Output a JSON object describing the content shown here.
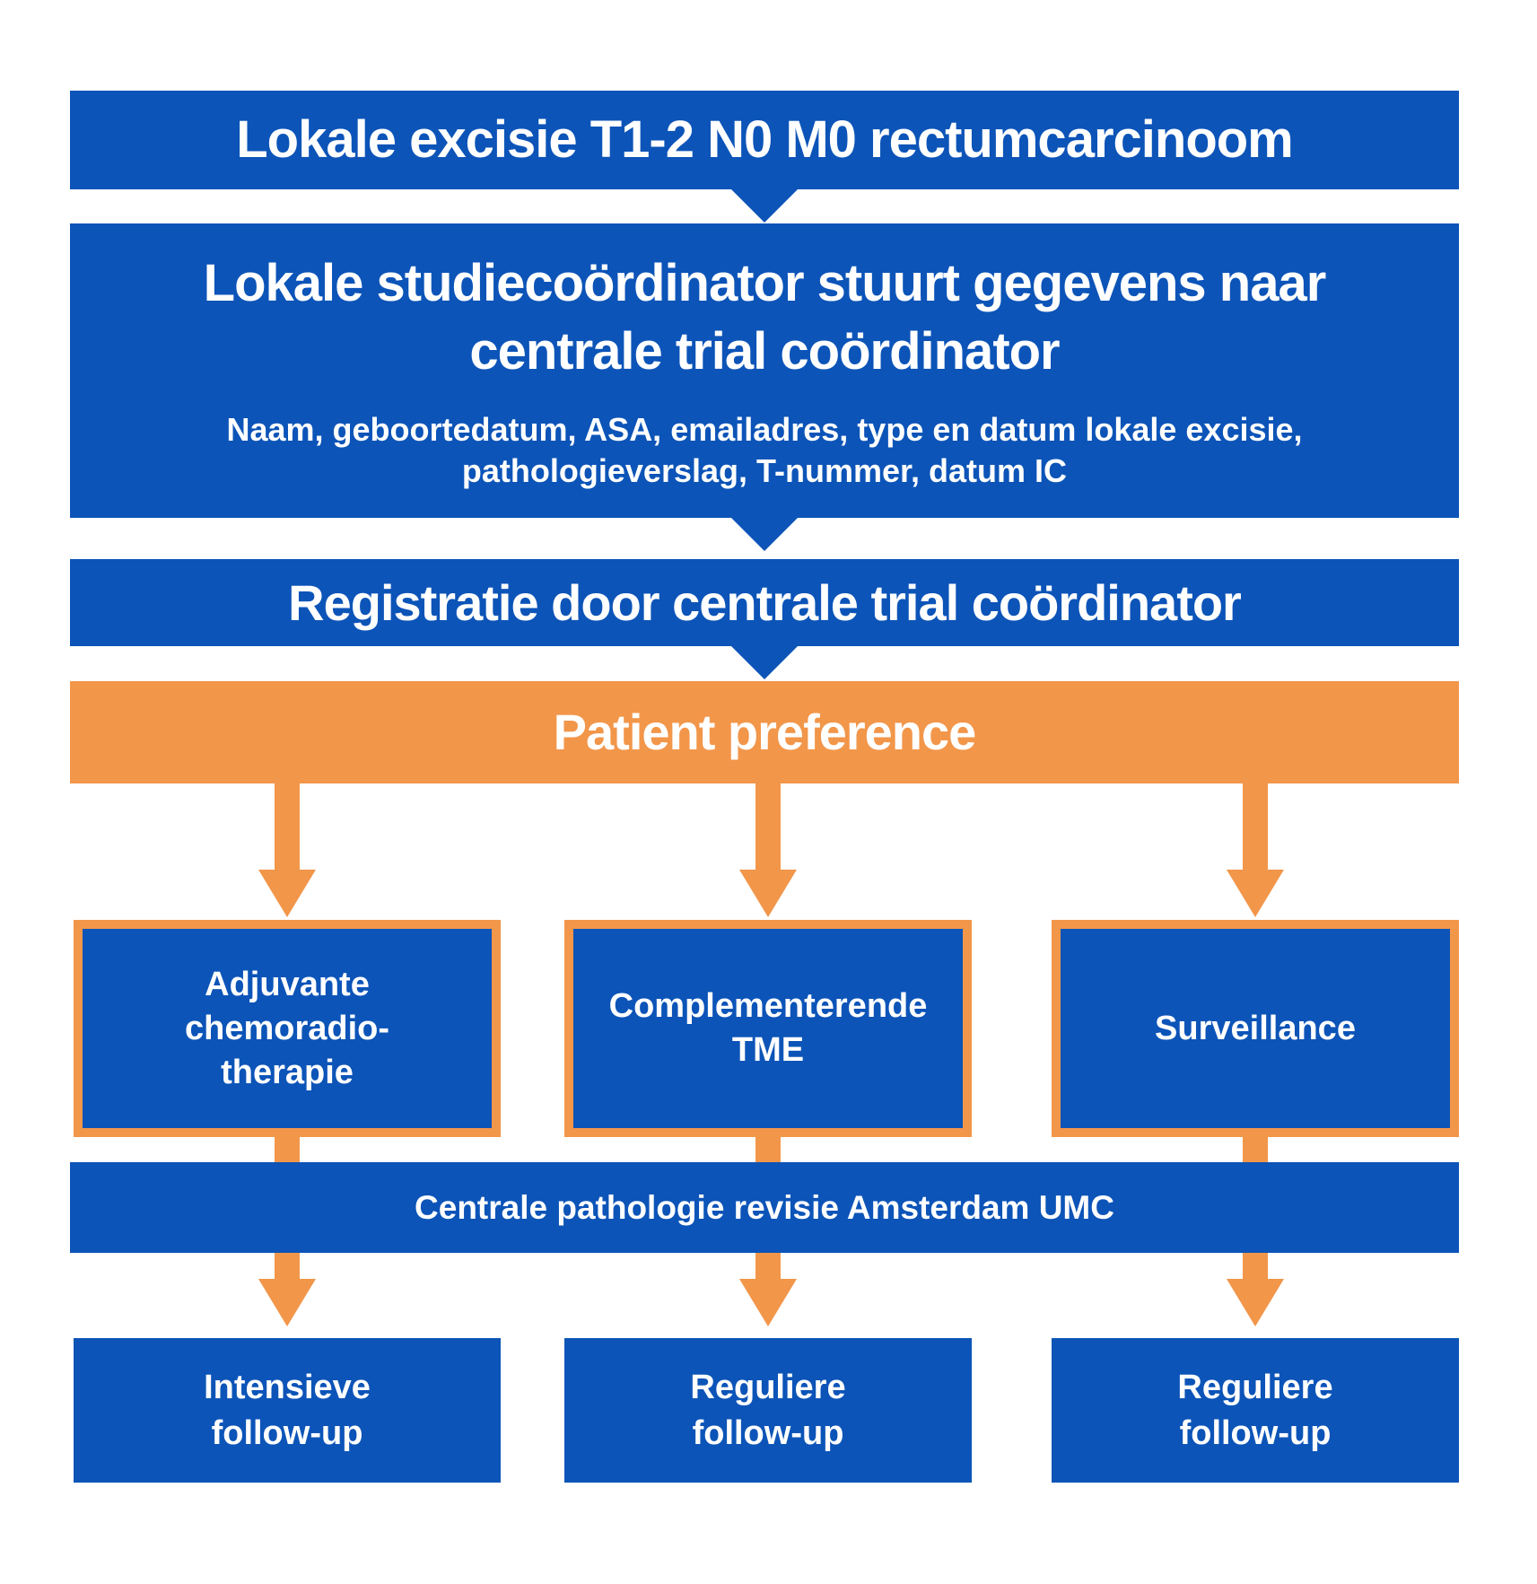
{
  "colors": {
    "blue": "#0C54B8",
    "orange": "#F2964A",
    "text_on_fill": "#FFFFFF",
    "background": "#FFFFFF"
  },
  "flow": {
    "step_local_excision": {
      "title": "Lokale excisie T1-2 N0 M0 rectumcarcinoom"
    },
    "step_coordinator": {
      "title_lines": [
        "Lokale studiecoördinator stuurt gegevens naar",
        "centrale trial coördinator"
      ],
      "subtitle_lines": [
        "Naam, geboortedatum, ASA, emailadres, type en datum lokale excisie,",
        "pathologieverslag, T-nummer, datum IC"
      ]
    },
    "step_registration": {
      "title": "Registratie door centrale trial coördinator"
    },
    "step_patient_preference": {
      "title": "Patient preference"
    },
    "branches": [
      {
        "option_lines": [
          "Adjuvante",
          "chemoradio-",
          "therapie"
        ],
        "outcome_lines": [
          "Intensieve",
          "follow-up"
        ]
      },
      {
        "option_lines": [
          "Complementerende",
          "TME"
        ],
        "outcome_lines": [
          "Reguliere",
          "follow-up"
        ]
      },
      {
        "option_lines": [
          "Surveillance"
        ],
        "outcome_lines": [
          "Reguliere",
          "follow-up"
        ]
      }
    ],
    "banner": {
      "title": "Centrale pathologie revisie Amsterdam UMC"
    }
  }
}
